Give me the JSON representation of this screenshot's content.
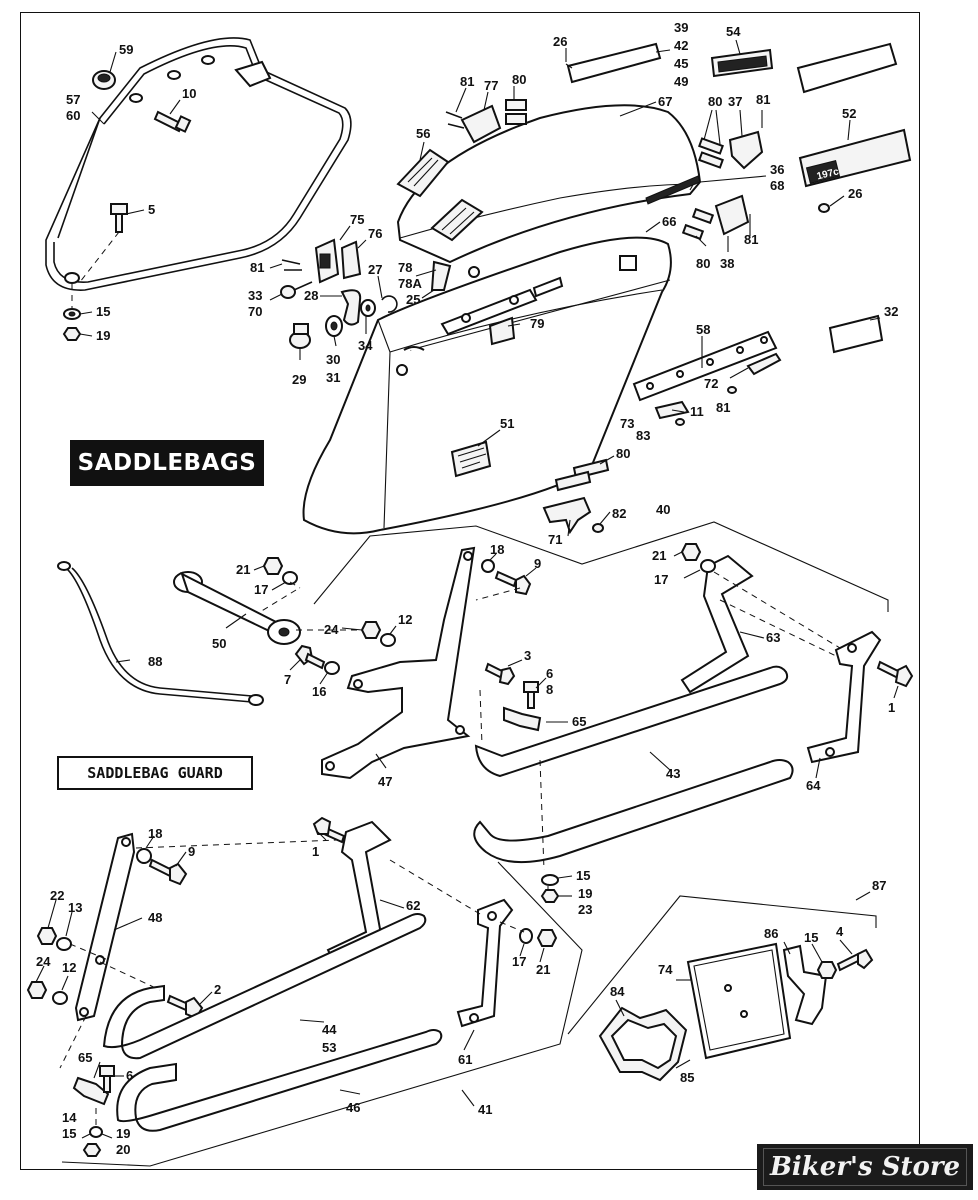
{
  "titles": {
    "saddlebags": "SADDLEBAGS",
    "guard": "SADDLEBAG GUARD"
  },
  "watermark": "Biker's Store",
  "labels": {
    "l59": "59",
    "l57": "57",
    "l60": "60",
    "l10": "10",
    "l5": "5",
    "l15a": "15",
    "l19a": "19",
    "l26a": "26",
    "l39": "39",
    "l42": "42",
    "l45": "45",
    "l49": "49",
    "l54": "54",
    "l81a": "81",
    "l77": "77",
    "l80a": "80",
    "l67": "67",
    "l56": "56",
    "l80b": "80",
    "l37": "37",
    "l81b": "81",
    "l52": "52",
    "l36": "36",
    "l68": "68",
    "l26b": "26",
    "l66": "66",
    "l81c": "81",
    "l80c": "80",
    "l38": "38",
    "l75": "75",
    "l76": "76",
    "l81d": "81",
    "l27": "27",
    "l78": "78",
    "l78a": "78A",
    "l25": "25",
    "l33": "33",
    "l70": "70",
    "l28": "28",
    "l79": "79",
    "l32": "32",
    "l29": "29",
    "l30": "30",
    "l31": "31",
    "l34": "34",
    "l58": "58",
    "l72": "72",
    "l81e": "81",
    "l73": "73",
    "l11": "11",
    "l83": "83",
    "l51": "51",
    "l80d": "80",
    "l82": "82",
    "l71": "71",
    "l40": "40",
    "l21a": "21",
    "l17a": "17",
    "l18a": "18",
    "l9a": "9",
    "l21b": "21",
    "l17b": "17",
    "l88": "88",
    "l50": "50",
    "l24a": "24",
    "l12a": "12",
    "l63": "63",
    "l3": "3",
    "l6a": "6",
    "l8": "8",
    "l7": "7",
    "l16": "16",
    "l65a": "65",
    "l1a": "1",
    "l47": "47",
    "l43": "43",
    "l64": "64",
    "l1b": "1",
    "l18b": "18",
    "l9b": "9",
    "l62": "62",
    "l15b": "15",
    "l19b": "19",
    "l23": "23",
    "l22": "22",
    "l13": "13",
    "l48": "48",
    "l24b": "24",
    "l12b": "12",
    "l2": "2",
    "l17c": "17",
    "l21c": "21",
    "l87": "87",
    "l86": "86",
    "l15c": "15",
    "l4": "4",
    "l74": "74",
    "l44": "44",
    "l53": "53",
    "l61": "61",
    "l84": "84",
    "l85": "85",
    "l65b": "65",
    "l6b": "6",
    "l46": "46",
    "l41": "41",
    "l14": "14",
    "l15d": "15",
    "l19c": "19",
    "l20": "20"
  },
  "decals": {
    "d197": "197c"
  }
}
